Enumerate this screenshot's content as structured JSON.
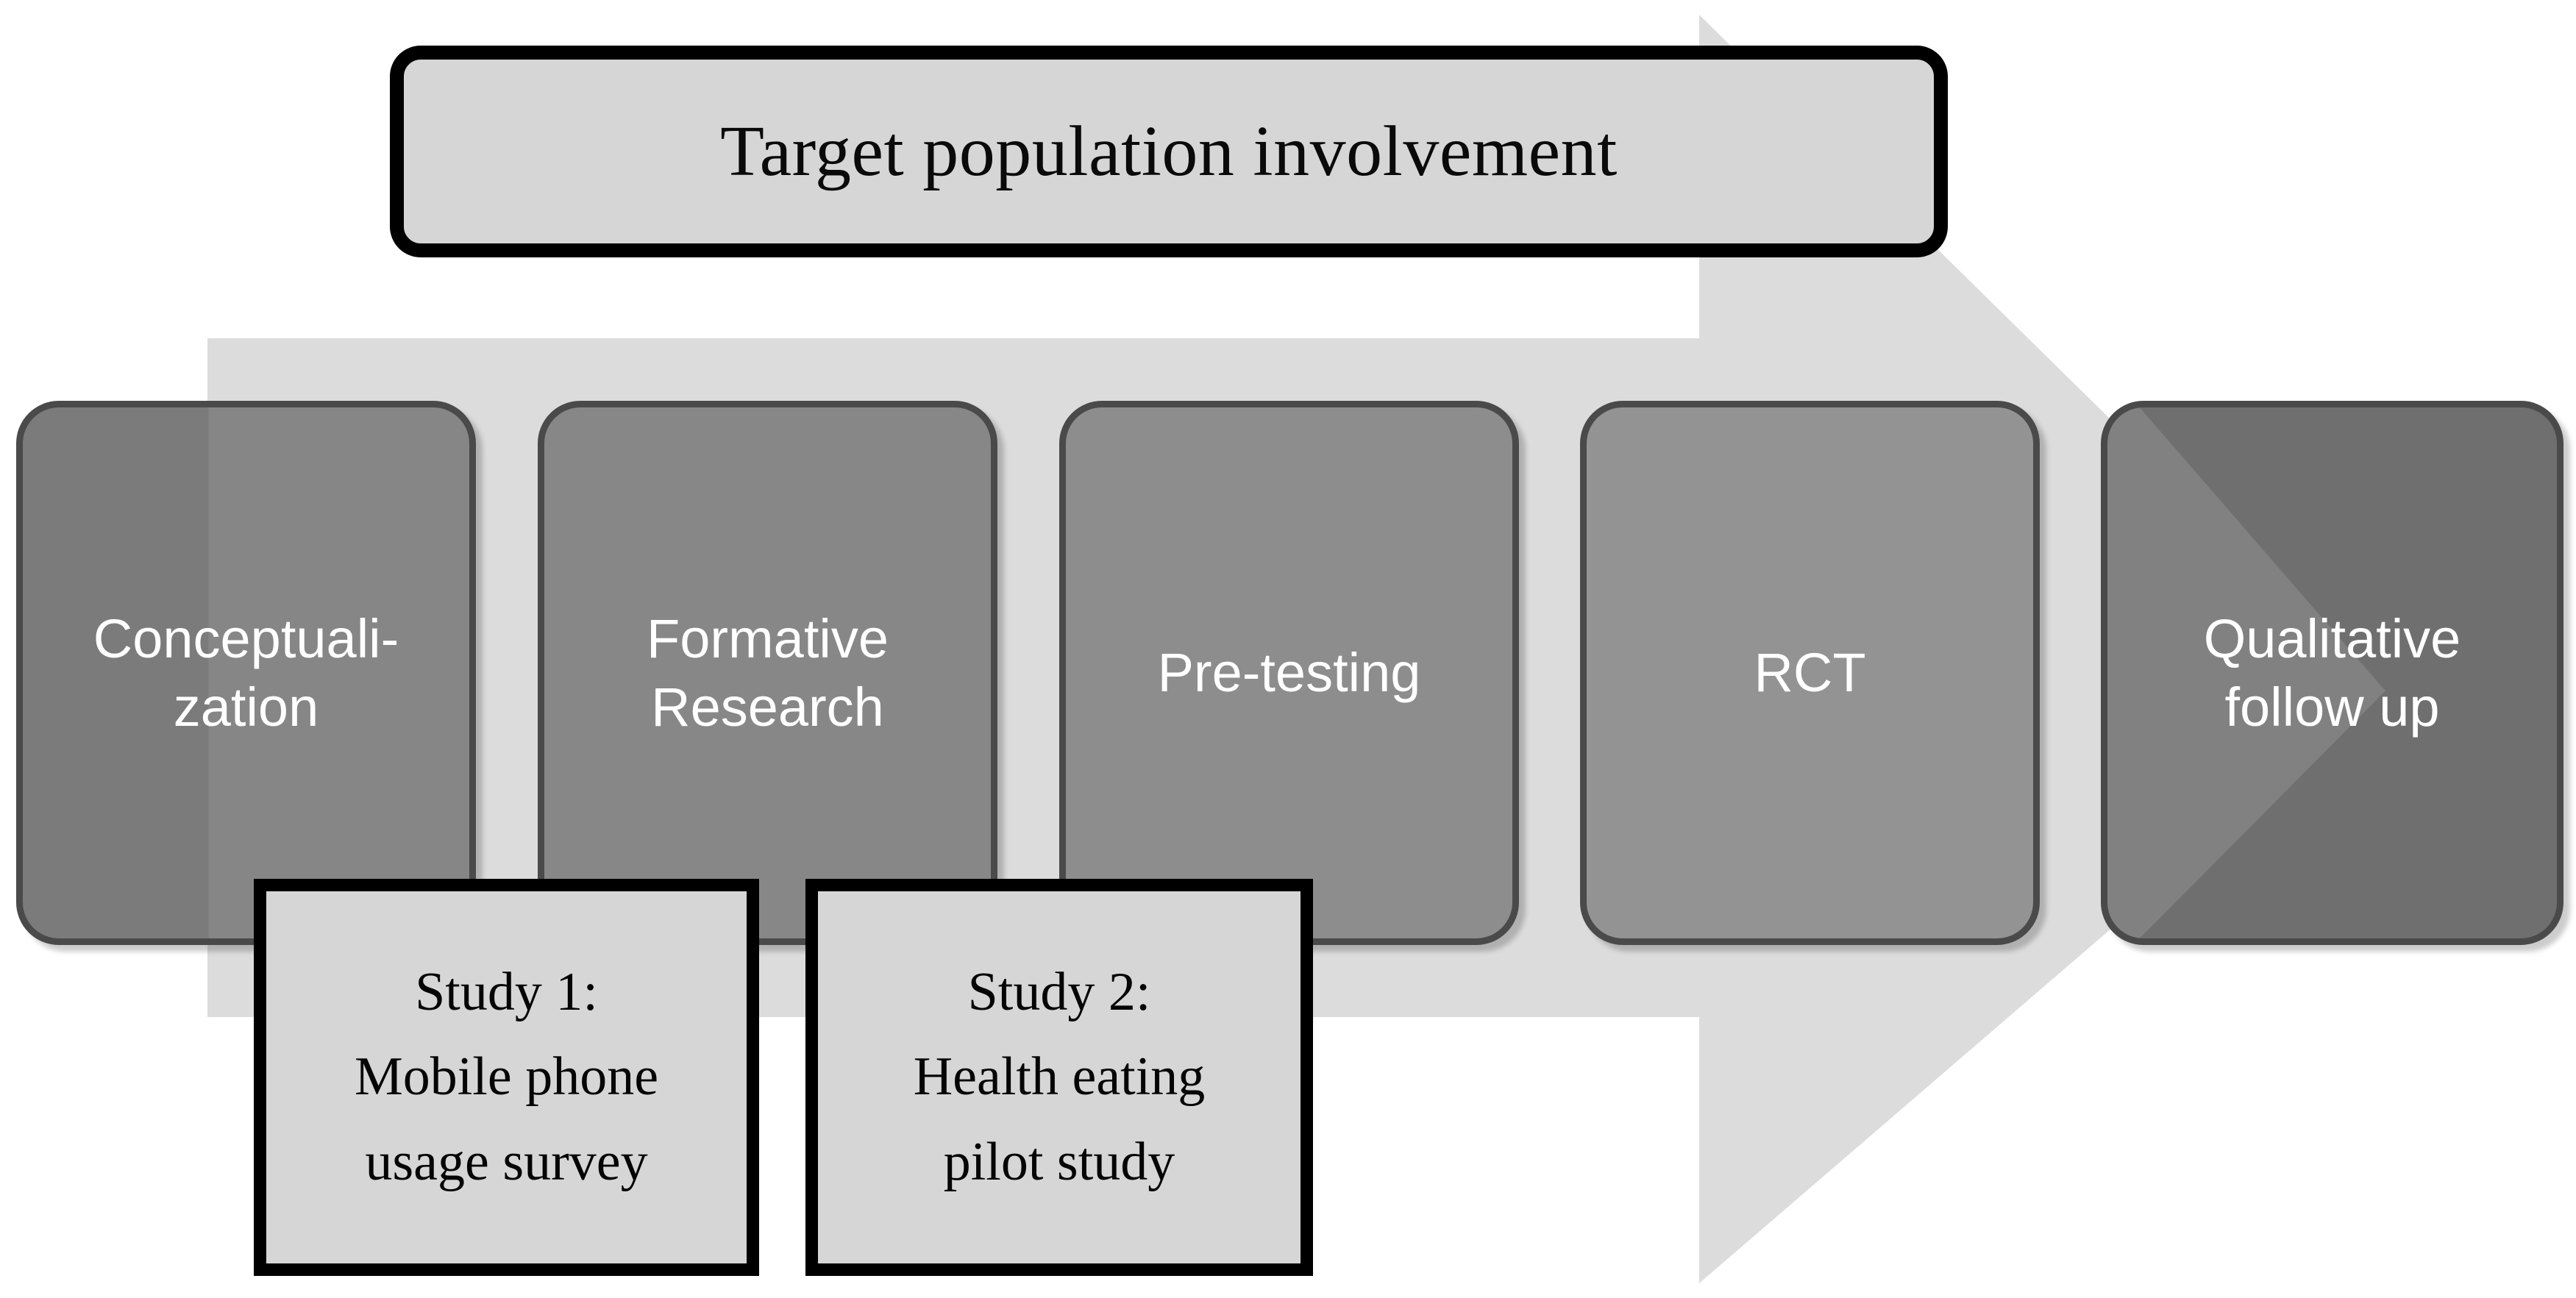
{
  "diagram": {
    "title": "Target population involvement",
    "banner": {
      "label": "Target population involvement",
      "fill_color": "#d6d6d6",
      "border_color": "#000000"
    },
    "arrow": {
      "name": "process-flow-arrow",
      "direction": "right",
      "fill_color": "#dcdcdc"
    },
    "stages": [
      {
        "id": "conceptualization",
        "label": "Conceptuali-\nzation",
        "fill_color": "#7b7b7b",
        "border_color": "#4a4a4a",
        "text_color": "#ffffff"
      },
      {
        "id": "formative-research",
        "label": "Formative\nResearch",
        "fill_color": "#878787",
        "border_color": "#4a4a4a",
        "text_color": "#ffffff"
      },
      {
        "id": "pre-testing",
        "label": "Pre-testing",
        "fill_color": "#8d8d8d",
        "border_color": "#4a4a4a",
        "text_color": "#ffffff"
      },
      {
        "id": "rct",
        "label": "RCT",
        "fill_color": "#939393",
        "border_color": "#4a4a4a",
        "text_color": "#ffffff"
      },
      {
        "id": "qualitative-follow-up",
        "label": "Qualitative\nfollow up",
        "fill_color": "#6f6f6f",
        "border_color": "#4a4a4a",
        "text_color": "#ffffff"
      }
    ],
    "studies": [
      {
        "id": "study-1",
        "lines": [
          "Study 1:",
          "Mobile phone",
          "usage survey"
        ],
        "fill_color": "#d6d6d6",
        "border_color": "#000000"
      },
      {
        "id": "study-2",
        "lines": [
          "Study 2:",
          "Health eating",
          "pilot study"
        ],
        "fill_color": "#d6d6d6",
        "border_color": "#000000"
      }
    ]
  }
}
